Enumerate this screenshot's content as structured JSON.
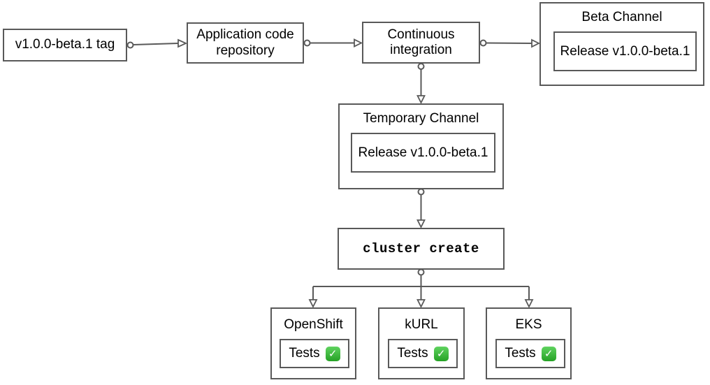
{
  "colors": {
    "stroke_color": "#595959",
    "text_color": "#000000",
    "background_color": "#ffffff",
    "check_green_light": "#5fd35f",
    "check_green_dark": "#25a125",
    "check_mark_color": "#ffffff"
  },
  "icons": {
    "check_glyph": "✓",
    "check_name": "check-mark-button"
  },
  "nodes": {
    "version_tag": {
      "label": "v1.0.0-beta.1 tag"
    },
    "app_repo": {
      "label": "Application code repository"
    },
    "continuous_integration": {
      "label": "Continuous integration"
    },
    "beta_channel": {
      "title": "Beta Channel",
      "release_label": "Release v1.0.0-beta.1"
    },
    "temporary_channel": {
      "title": "Temporary Channel",
      "release_label": "Release v1.0.0-beta.1"
    },
    "cluster_create": {
      "label": "cluster create"
    },
    "clusters": [
      {
        "title": "OpenShift",
        "tests_label": "Tests",
        "status": "passed"
      },
      {
        "title": "kURL",
        "tests_label": "Tests",
        "status": "passed"
      },
      {
        "title": "EKS",
        "tests_label": "Tests",
        "status": "passed"
      }
    ]
  }
}
